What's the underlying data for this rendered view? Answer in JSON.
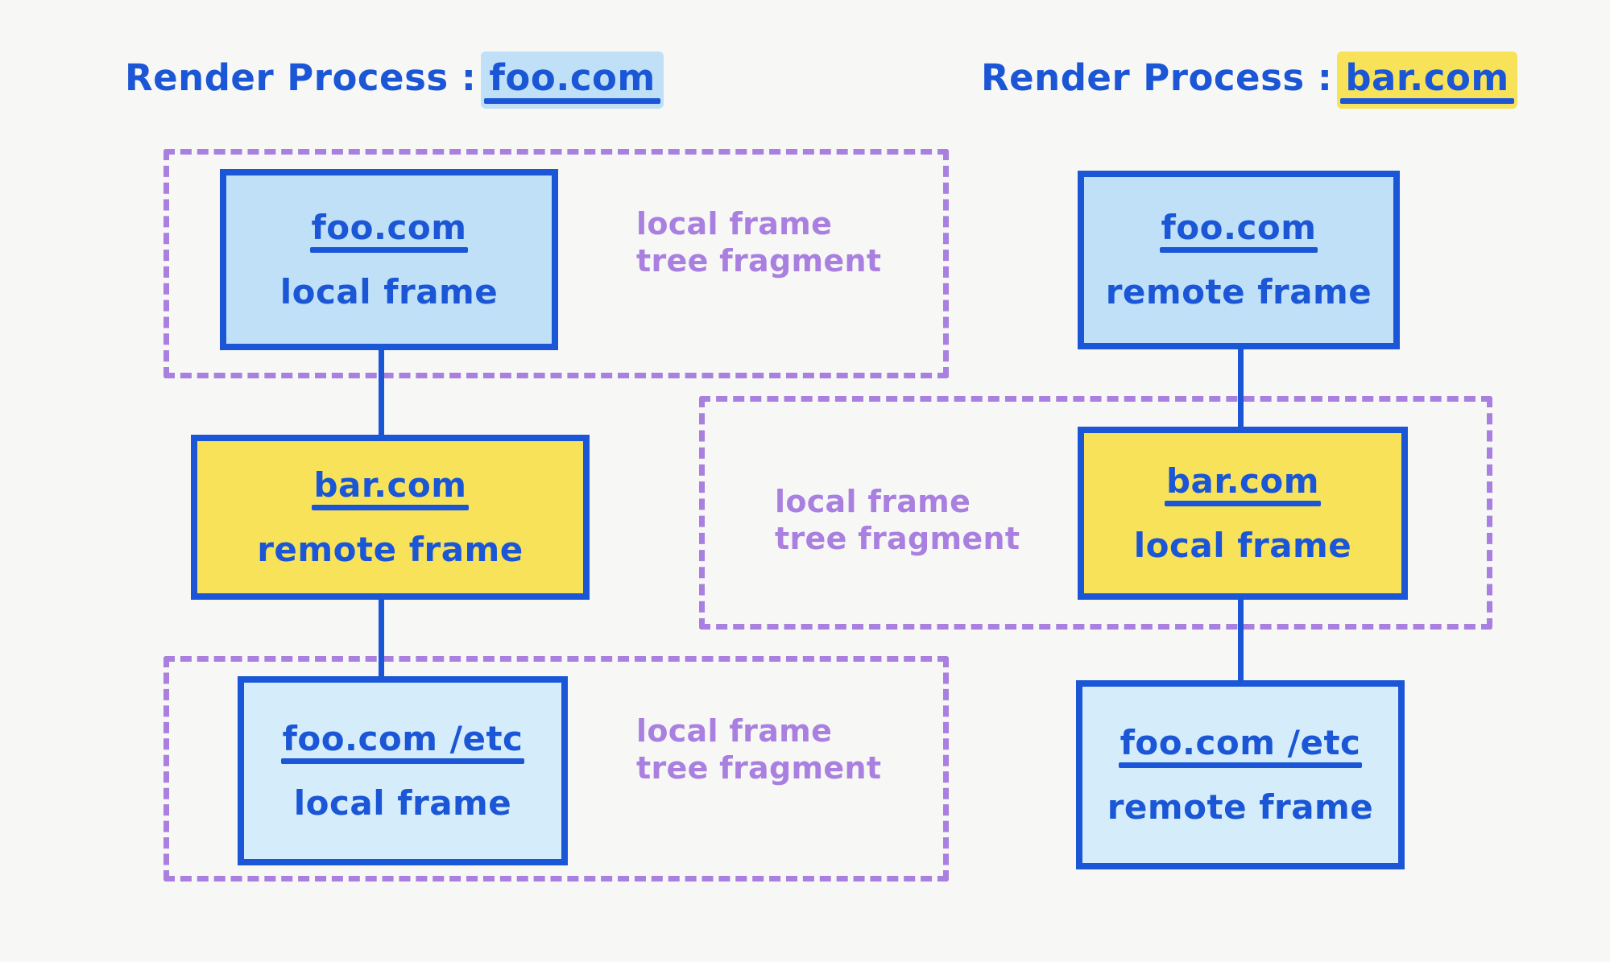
{
  "diagram": {
    "title_left": {
      "label": "Render Process :",
      "host": "foo.com",
      "highlight": "#bfe0f7"
    },
    "title_right": {
      "label": "Render Process :",
      "host": "bar.com",
      "highlight": "#f7e259"
    },
    "colors": {
      "ink": "#1a56d6",
      "blue_fill": "#bfe0f7",
      "blue_fill_light": "#d5ecfa",
      "yellow_fill": "#f7e259",
      "purple": "#a97fe0",
      "background": "#f7f7f5"
    },
    "fragment_label": "local frame\ntree fragment",
    "left_process": {
      "boxes": [
        {
          "host": "foo.com",
          "kind": "local frame"
        },
        {
          "host": "bar.com",
          "kind": "remote frame"
        },
        {
          "host": "foo.com /etc",
          "kind": "local frame"
        }
      ],
      "fragments": [
        {
          "label": "local frame\ntree fragment"
        },
        {
          "label": "local frame\ntree fragment"
        }
      ]
    },
    "right_process": {
      "boxes": [
        {
          "host": "foo.com",
          "kind": "remote frame"
        },
        {
          "host": "bar.com",
          "kind": "local frame"
        },
        {
          "host": "foo.com /etc",
          "kind": "remote frame"
        }
      ],
      "fragments": [
        {
          "label": "local frame\ntree fragment"
        }
      ]
    }
  }
}
